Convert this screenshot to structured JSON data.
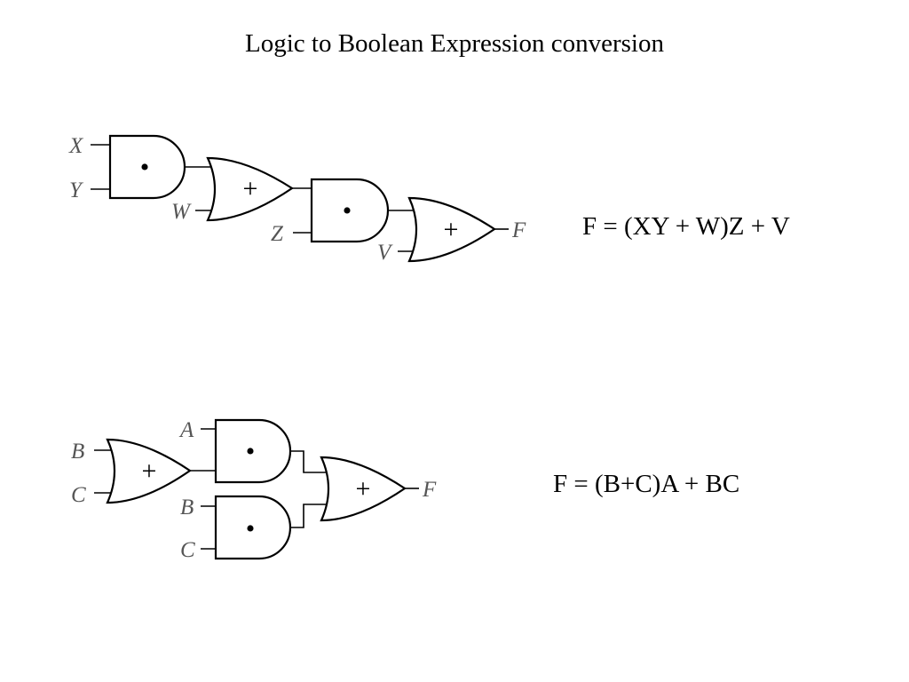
{
  "slide": {
    "title": "Logic to Boolean Expression conversion"
  },
  "circuit1": {
    "inputs": {
      "x": "X",
      "y": "Y",
      "w": "W",
      "z": "Z",
      "v": "V"
    },
    "output": "F",
    "and_symbol": "•",
    "or_symbol": "+",
    "expression": "F = (XY + W)Z + V"
  },
  "circuit2": {
    "inputs": {
      "b1": "B",
      "c1": "C",
      "a": "A",
      "b2": "B",
      "c2": "C"
    },
    "output": "F",
    "and_symbol": "•",
    "or_symbol": "+",
    "expression": "F = (B+C)A + BC"
  }
}
